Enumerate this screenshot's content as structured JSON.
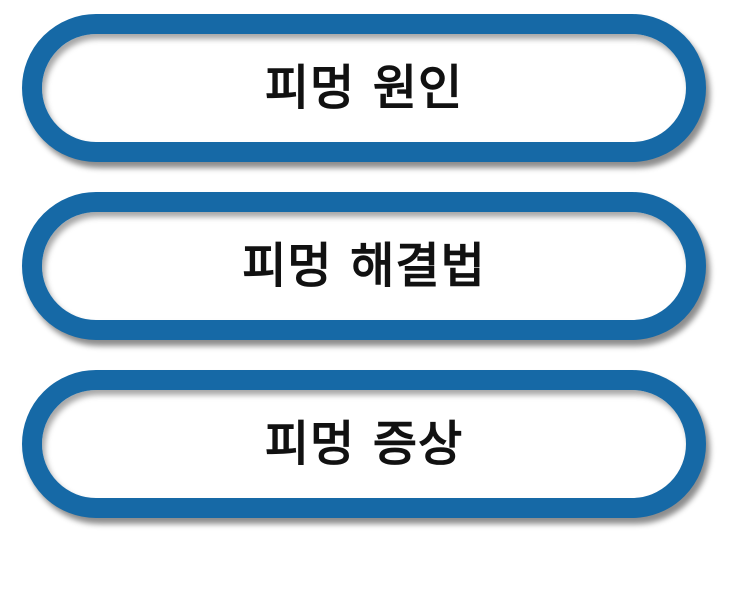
{
  "buttons": [
    {
      "label": "피멍 원인"
    },
    {
      "label": "피멍 해결법"
    },
    {
      "label": "피멍 증상"
    }
  ],
  "colors": {
    "border": "#1669a6",
    "background": "#ffffff",
    "text": "#111111"
  }
}
